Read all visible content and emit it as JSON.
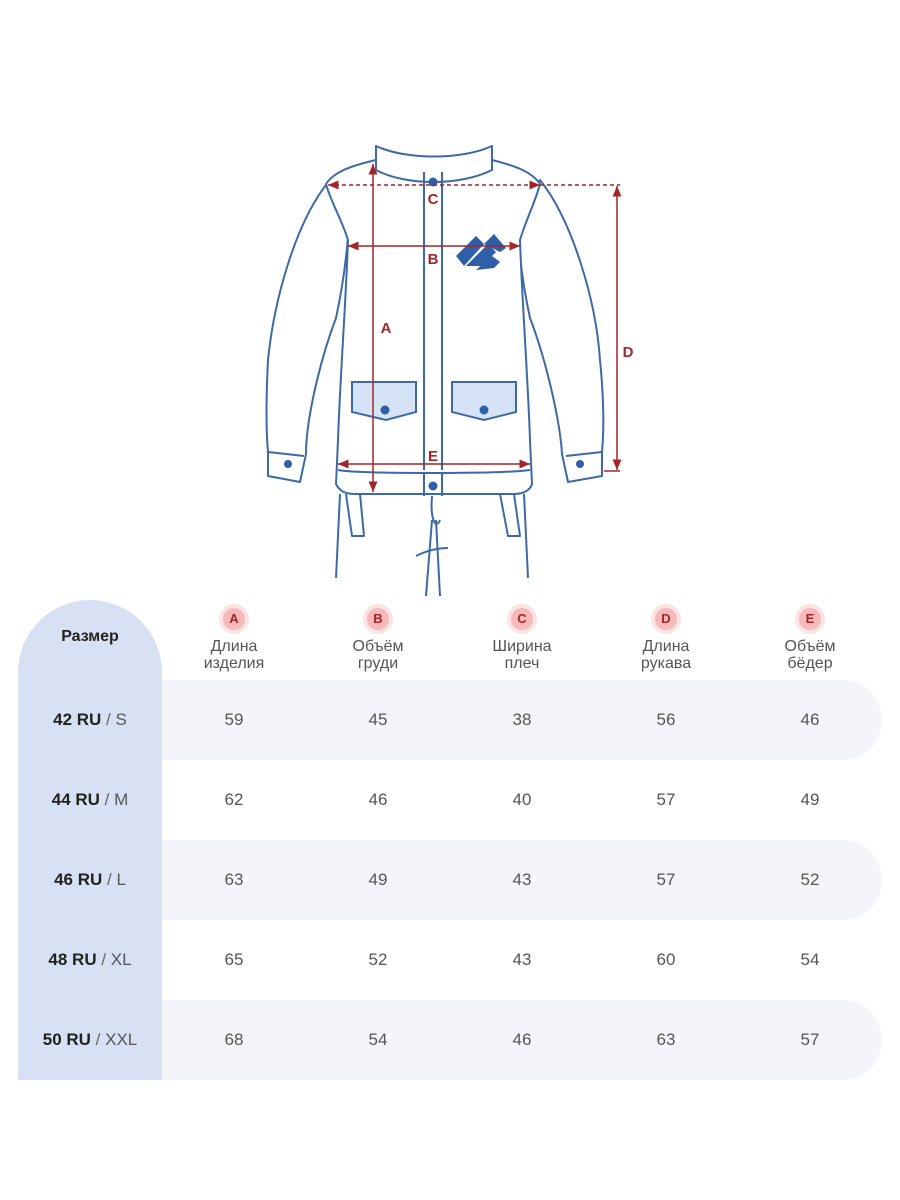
{
  "diagram": {
    "marker_labels": {
      "a": "A",
      "b": "B",
      "c": "C",
      "d": "D",
      "e": "E"
    },
    "colors": {
      "outline": "#3d6aa6",
      "measure": "#a1262b",
      "pocket_fill": "#d6e2f5",
      "logo": "#2f5fa7"
    }
  },
  "table": {
    "size_header": "Размер",
    "columns": [
      {
        "letter": "A",
        "line1": "Длина",
        "line2": "изделия"
      },
      {
        "letter": "B",
        "line1": "Объём",
        "line2": "груди"
      },
      {
        "letter": "C",
        "line1": "Ширина",
        "line2": "плеч"
      },
      {
        "letter": "D",
        "line1": "Длина",
        "line2": "рукава"
      },
      {
        "letter": "E",
        "line1": "Объём",
        "line2": "бёдер"
      }
    ],
    "rows": [
      {
        "ru": "42 RU",
        "sep": " / ",
        "intl": "S",
        "values": [
          "59",
          "45",
          "38",
          "56",
          "46"
        ]
      },
      {
        "ru": "44 RU",
        "sep": " / ",
        "intl": "M",
        "values": [
          "62",
          "46",
          "40",
          "57",
          "49"
        ]
      },
      {
        "ru": "46 RU",
        "sep": " / ",
        "intl": "L",
        "values": [
          "63",
          "49",
          "43",
          "57",
          "52"
        ]
      },
      {
        "ru": "48 RU",
        "sep": " / ",
        "intl": "XL",
        "values": [
          "65",
          "52",
          "43",
          "60",
          "54"
        ]
      },
      {
        "ru": "50 RU",
        "sep": " / ",
        "intl": "XXL",
        "values": [
          "68",
          "54",
          "46",
          "63",
          "57"
        ]
      }
    ],
    "colors": {
      "size_column": "#d8e1f3",
      "row_band": "#f3f5fa",
      "badge": "#f6b9b9"
    }
  }
}
